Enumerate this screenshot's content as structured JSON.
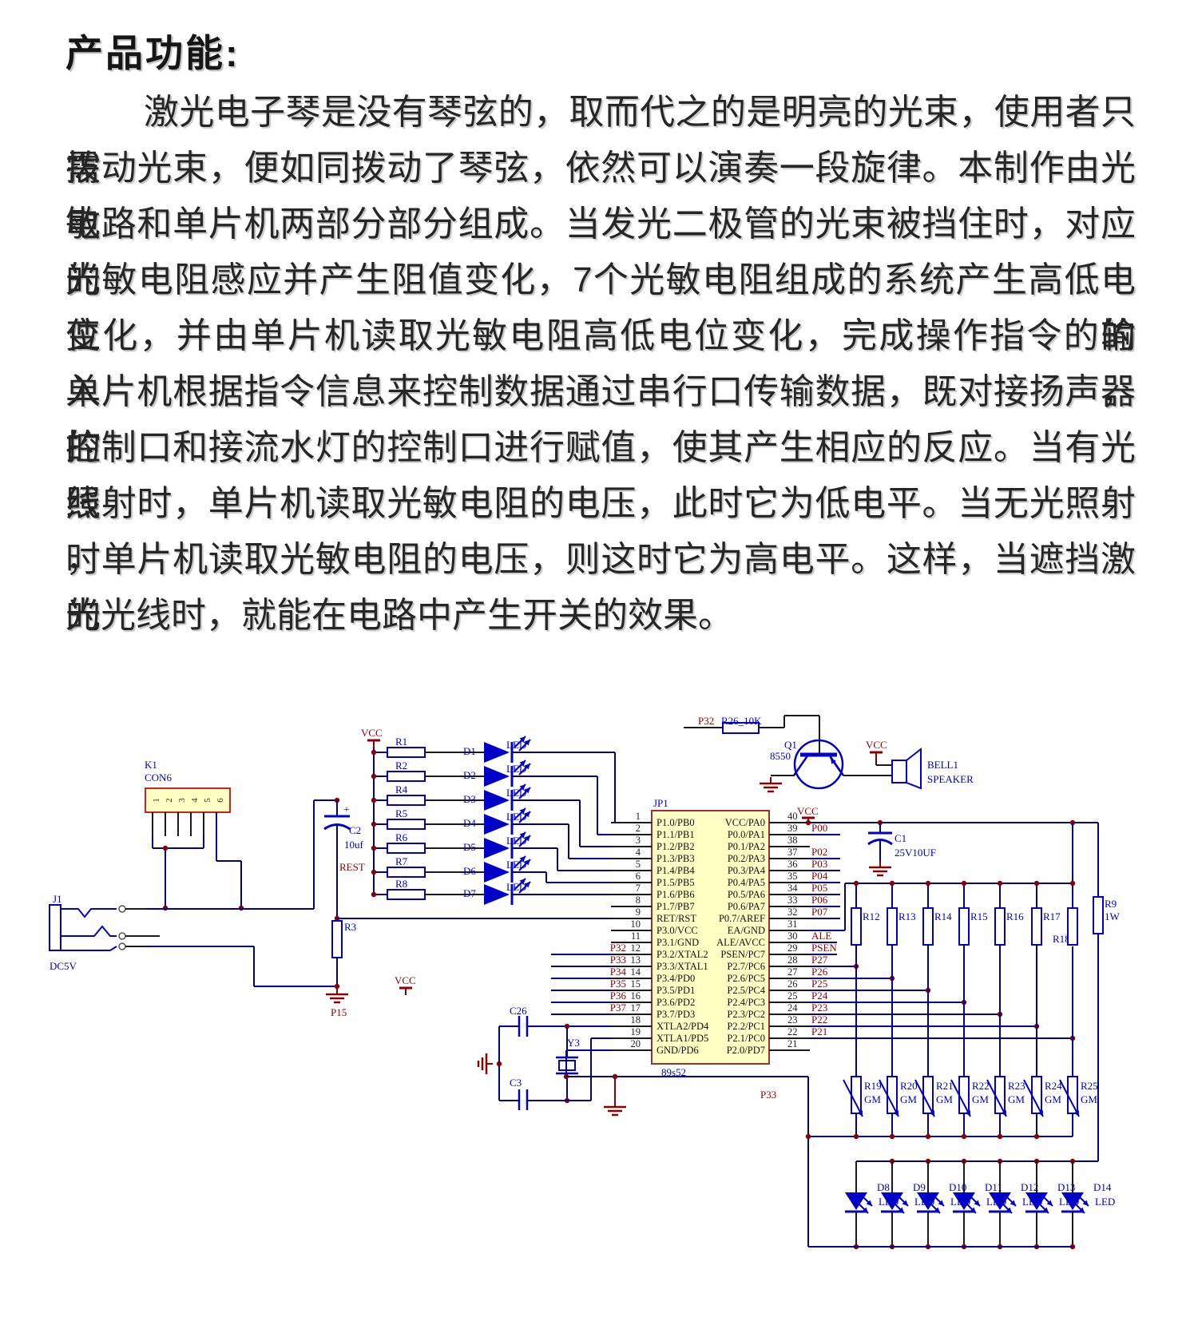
{
  "page": {
    "title": "产品功能:"
  },
  "paragraph": {
    "lines": [
      "激光电子琴是没有琴弦的，取而代之的是明亮的光束，使用者只需",
      "拨动光束，便如同拨动了琴弦，依然可以演奏一段旋律。本制作由光敏",
      "电路和单片机两部分部分组成。当发光二极管的光束被挡住时，对应的",
      "光敏电阻感应并产生阻值变化，7个光敏电阻组成的系统产生高低电位的",
      "变化，并由单片机读取光敏电阻高低电位变化，完成操作指令的输入，",
      "单片机根据指令信息来控制数据通过串行口传输数据，既对接扬声器的",
      "控制口和接流水灯的控制口进行赋值，使其产生相应的反应。当有光线",
      "照射时，单片机读取光敏电阻的电压，此时它为低电平。当无光照射时",
      "，单片机读取光敏电阻的电压，则这时它为高电平。这样，当遮挡激光",
      "的光线时，就能在电路中产生开关的效果。"
    ]
  },
  "colors": {
    "wire": "#00008B",
    "component": "#0000C8",
    "net_label": "#8B0000",
    "ic_fill": "#FFFFC4",
    "body_text": "#262626"
  },
  "schematic": {
    "nets": {
      "vcc": "VCC",
      "rest": "REST",
      "p15": "P15",
      "p33": "P33"
    },
    "led_rows": [
      {
        "res": "R1",
        "diode": "D1"
      },
      {
        "res": "R2",
        "diode": "D2"
      },
      {
        "res": "R4",
        "diode": "D3"
      },
      {
        "res": "R5",
        "diode": "D4"
      },
      {
        "res": "R6",
        "diode": "D5"
      },
      {
        "res": "R7",
        "diode": "D6"
      },
      {
        "res": "R8",
        "diode": "D7"
      }
    ],
    "led_text": "LED",
    "ic": {
      "ref": "JP1",
      "part": "89s52",
      "left_pins": [
        {
          "n": 1,
          "name": "P1.0/PB0"
        },
        {
          "n": 2,
          "name": "P1.1/PB1"
        },
        {
          "n": 3,
          "name": "P1.2/PB2"
        },
        {
          "n": 4,
          "name": "P1.3/PB3"
        },
        {
          "n": 5,
          "name": "P1.4/PB4"
        },
        {
          "n": 6,
          "name": "P1.5/PB5"
        },
        {
          "n": 7,
          "name": "P1.6/PB6"
        },
        {
          "n": 8,
          "name": "P1.7/PB7"
        },
        {
          "n": 9,
          "name": "RET/RST"
        },
        {
          "n": 10,
          "name": "P3.0/VCC"
        },
        {
          "n": 11,
          "name": "P3.1/GND"
        },
        {
          "n": 12,
          "name": "P3.2/XTAL2",
          "net": "P32"
        },
        {
          "n": 13,
          "name": "P3.3/XTAL1",
          "net": "P33"
        },
        {
          "n": 14,
          "name": "P3.4/PD0",
          "net": "P34"
        },
        {
          "n": 15,
          "name": "P3.5/PD1",
          "net": "P35"
        },
        {
          "n": 16,
          "name": "P3.6/PD2",
          "net": "P36"
        },
        {
          "n": 17,
          "name": "P3.7/PD3",
          "net": "P37"
        },
        {
          "n": 18,
          "name": "XTLA2/PD4"
        },
        {
          "n": 19,
          "name": "XTLA1/PD5"
        },
        {
          "n": 20,
          "name": "GND/PD6"
        }
      ],
      "right_pins": [
        {
          "n": 40,
          "name": "VCC/PA0"
        },
        {
          "n": 39,
          "name": "P0.0/PA1",
          "net": "P00"
        },
        {
          "n": 38,
          "name": "P0.1/PA2"
        },
        {
          "n": 37,
          "name": "P0.2/PA3",
          "net": "P02"
        },
        {
          "n": 36,
          "name": "P0.3/PA4",
          "net": "P03"
        },
        {
          "n": 35,
          "name": "P0.4/PA5",
          "net": "P04"
        },
        {
          "n": 34,
          "name": "P0.5/PA6",
          "net": "P05"
        },
        {
          "n": 33,
          "name": "P0.6/PA7",
          "net": "P06"
        },
        {
          "n": 32,
          "name": "P0.7/AREF",
          "net": "P07"
        },
        {
          "n": 31,
          "name": "EA/GND"
        },
        {
          "n": 30,
          "name": "ALE/AVCC",
          "net": "ALE"
        },
        {
          "n": 29,
          "name": "PSEN/PC7",
          "net": "PSEN"
        },
        {
          "n": 28,
          "name": "P2.7/PC6",
          "net": "P27"
        },
        {
          "n": 27,
          "name": "P2.6/PC5",
          "net": "P26"
        },
        {
          "n": 26,
          "name": "P2.5/PC4",
          "net": "P25"
        },
        {
          "n": 25,
          "name": "P2.4/PC3",
          "net": "P24"
        },
        {
          "n": 24,
          "name": "P2.3/PC2",
          "net": "P23"
        },
        {
          "n": 23,
          "name": "P2.2/PC1",
          "net": "P22"
        },
        {
          "n": 22,
          "name": "P2.1/PC0",
          "net": "P21"
        },
        {
          "n": 21,
          "name": "P2.0/PD7"
        }
      ]
    },
    "connector": {
      "ref": "K1",
      "type": "CON6",
      "pins": [
        "1",
        "2",
        "3",
        "4",
        "5",
        "6"
      ]
    },
    "jack": {
      "ref": "J1",
      "label": "DC5V"
    },
    "reset": {
      "cap": "C2",
      "value": "10uf",
      "plus": "+",
      "res": "R3"
    },
    "transistor": {
      "ref": "Q1",
      "part": "8550"
    },
    "base_resistor": {
      "net": "P32",
      "label": "R26_10K"
    },
    "speaker": {
      "ref": "BELL1",
      "type": "SPEAKER"
    },
    "c1": {
      "ref": "C1",
      "value": "25V10UF"
    },
    "r9": {
      "ref": "R9",
      "value": "1W"
    },
    "pullups": [
      "R12",
      "R13",
      "R14",
      "R15",
      "R16",
      "R17",
      "R18"
    ],
    "photoresistors": [
      "R19",
      "R20",
      "R21",
      "R22",
      "R23",
      "R24",
      "R25"
    ],
    "gm_text": "GM",
    "crystal": {
      "c26": "C26",
      "y3": "Y3",
      "c3": "C3"
    },
    "bottom_leds": [
      "D8",
      "D9",
      "D10",
      "D11",
      "D12",
      "D13",
      "D14"
    ]
  }
}
